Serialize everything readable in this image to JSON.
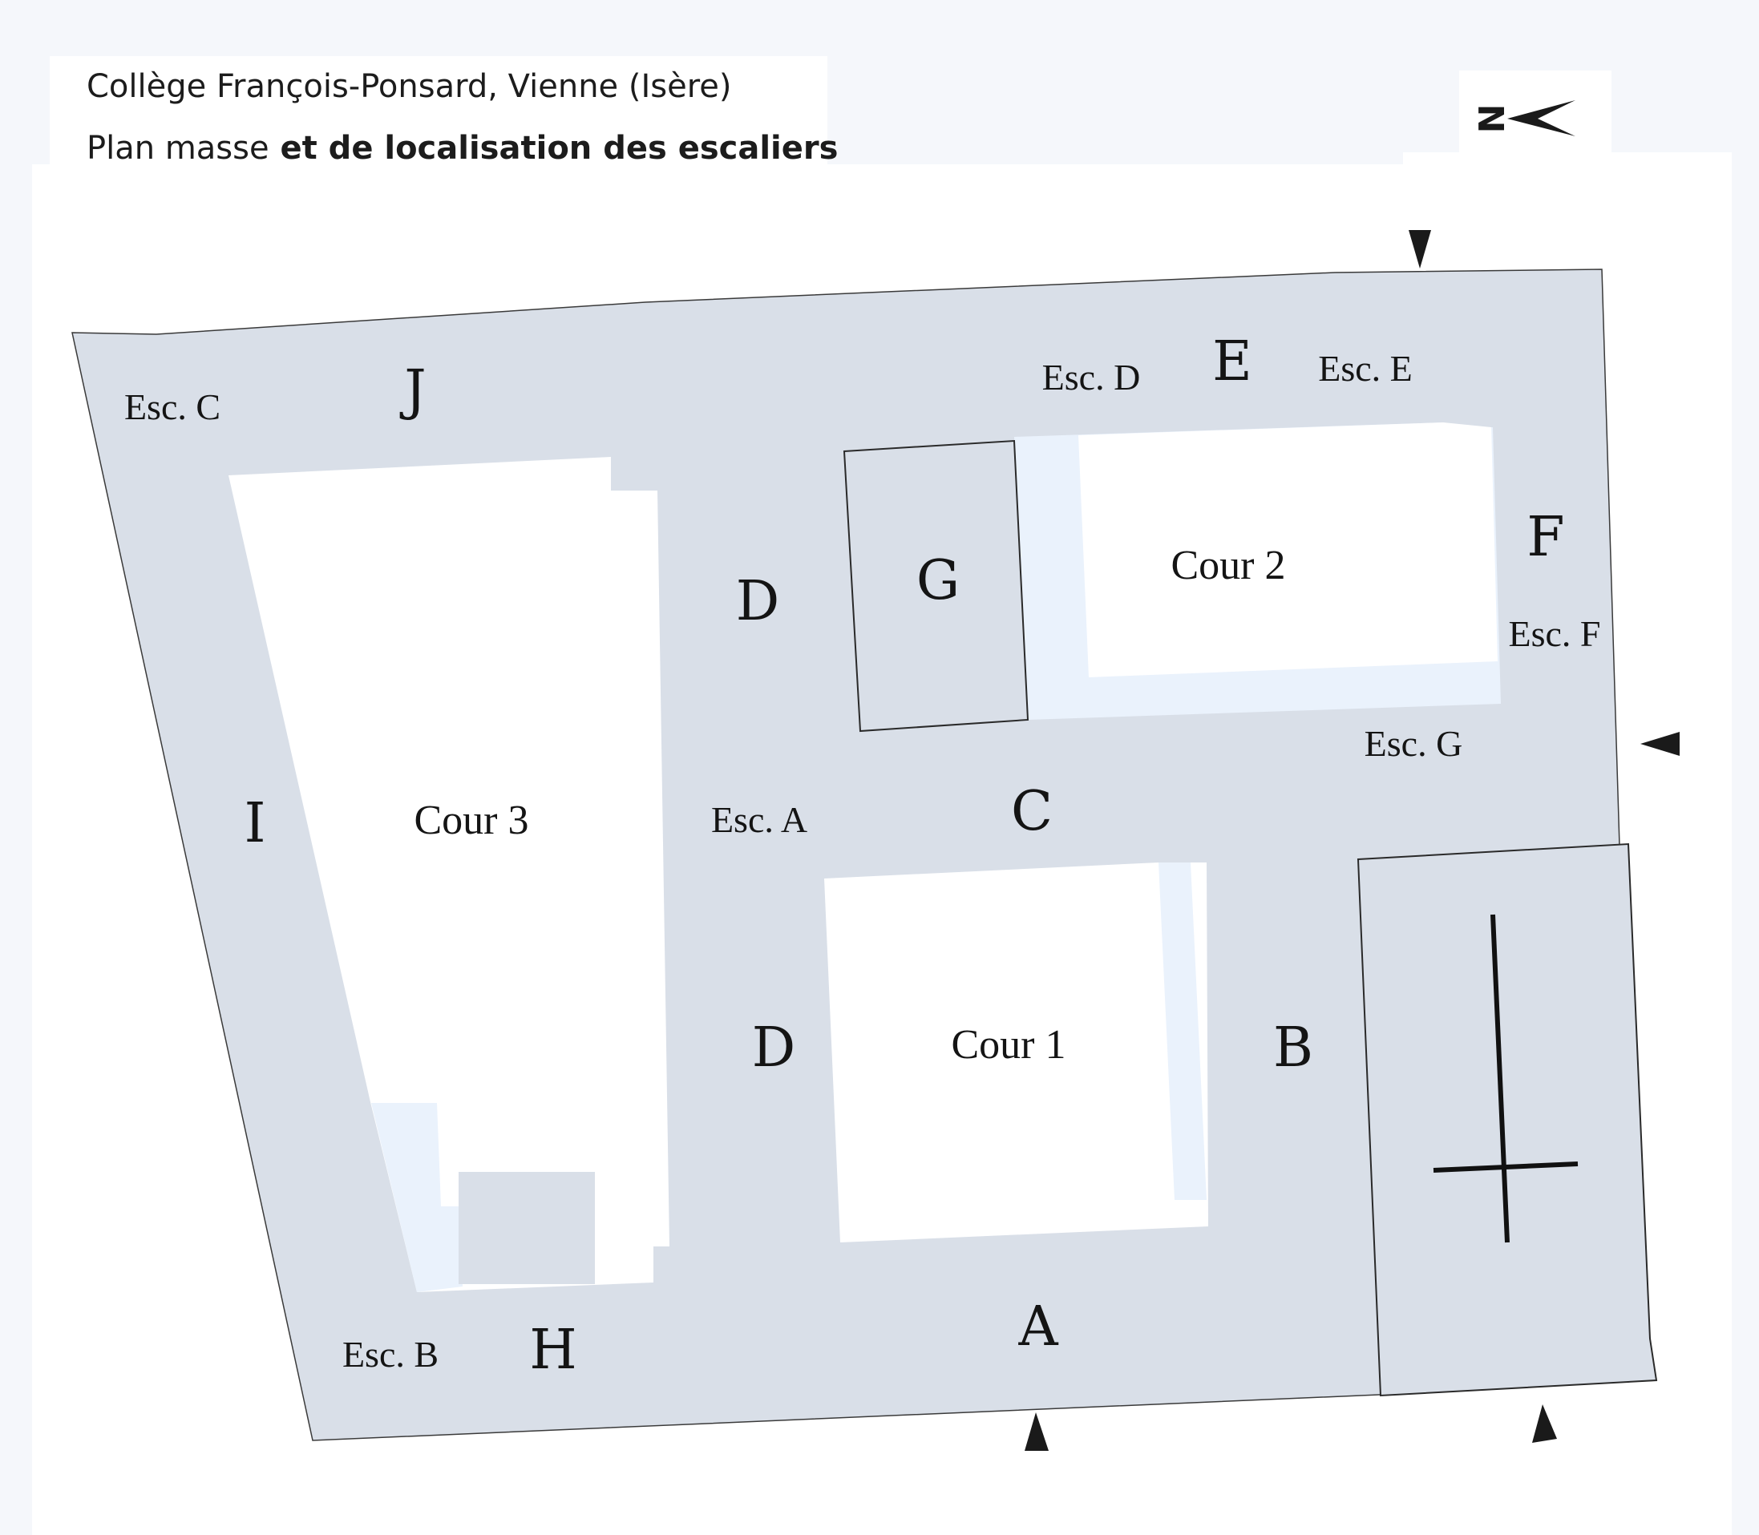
{
  "title": {
    "line1": "Collège François-Ponsard, Vienne (Isère)",
    "line2_regular": "Plan masse",
    "line2_bold": " et de localisation des escaliers"
  },
  "compass": {
    "letter": "N",
    "icon": "north-arrow-icon"
  },
  "colors": {
    "building": "#d9dfe8",
    "annex": "#eaf2fc",
    "courtyard": "#ffffff",
    "outline": "#2a2a2a",
    "background": "#f5f7fb"
  },
  "buildings": {
    "A": "A",
    "B": "B",
    "C": "C",
    "D_upper": "D",
    "D_lower": "D",
    "E": "E",
    "F": "F",
    "G": "G",
    "H": "H",
    "I": "I",
    "J": "J"
  },
  "courtyards": {
    "cour1": "Cour 1",
    "cour2": "Cour 2",
    "cour3": "Cour 3"
  },
  "staircases": {
    "esc_a": "Esc. A",
    "esc_b": "Esc. B",
    "esc_c": "Esc. C",
    "esc_d": "Esc. D",
    "esc_e": "Esc. E",
    "esc_f": "Esc. F",
    "esc_g": "Esc. G"
  },
  "entrances": {
    "icon": "entrance-arrow-icon",
    "count": 4
  },
  "chapel": {
    "icon": "cross-icon"
  }
}
